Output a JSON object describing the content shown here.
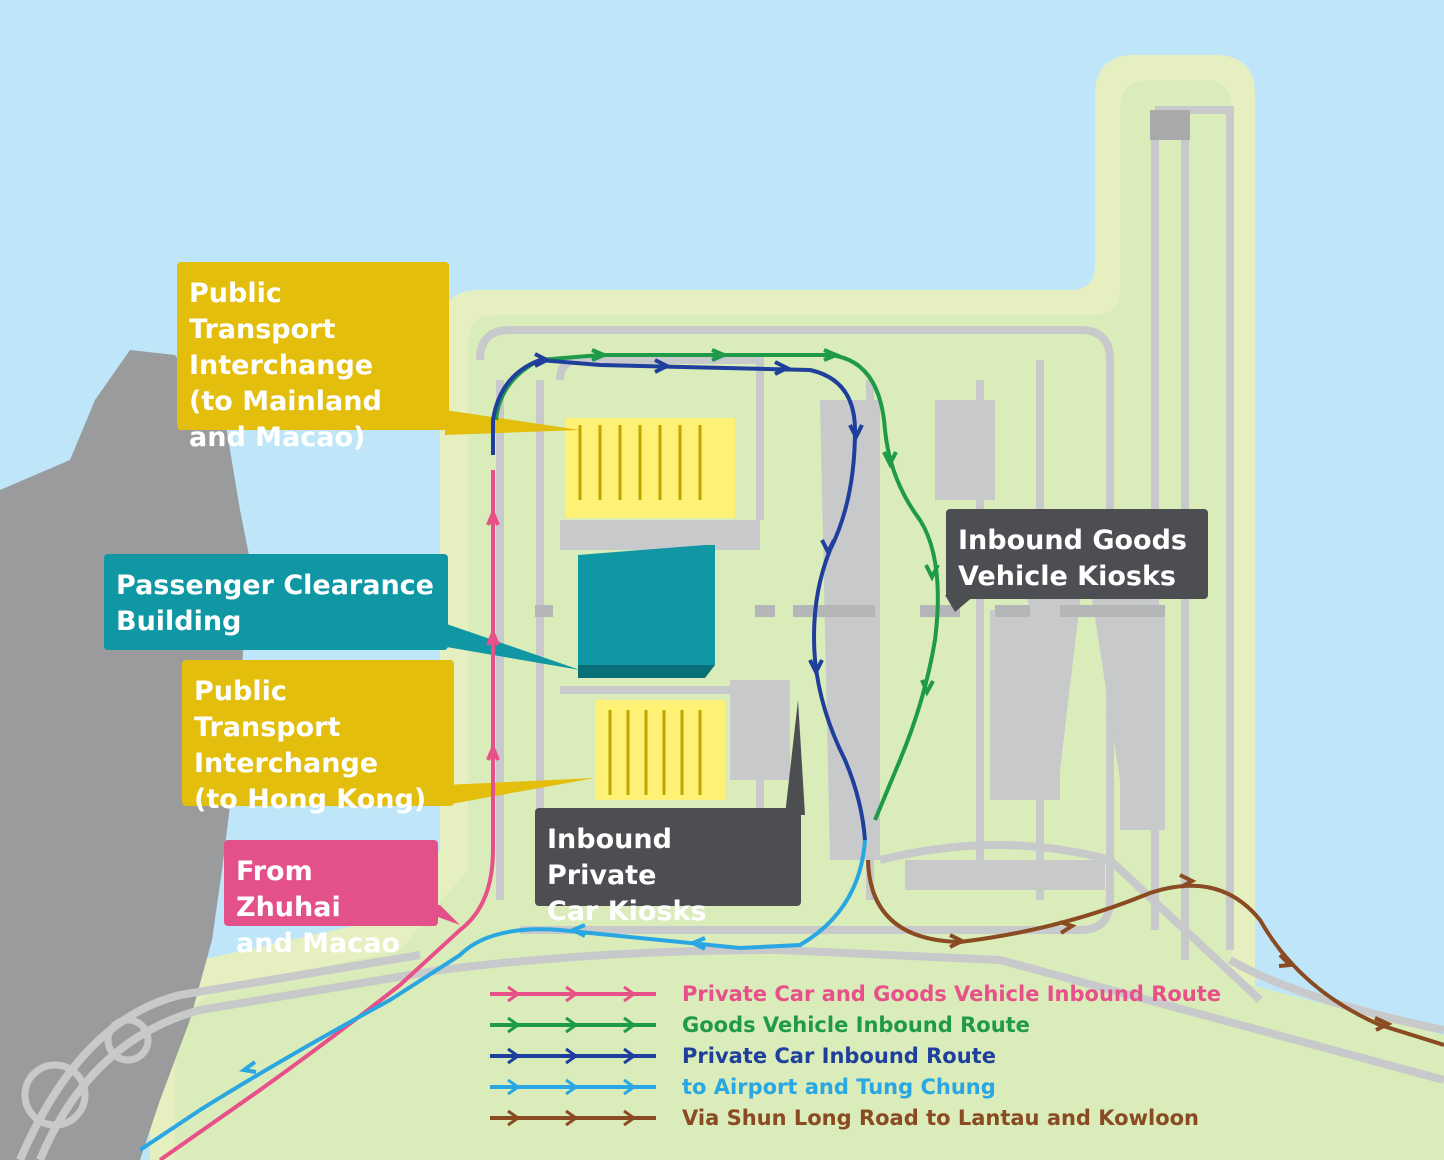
{
  "callouts": {
    "pti_mainland": "Public Transport\nInterchange\n(to Mainland\nand Macao)",
    "passenger_clearance": "Passenger Clearance\nBuilding",
    "pti_hong_kong": "Public Transport\nInterchange\n(to Hong Kong)",
    "inbound_goods": "Inbound Goods\nVehicle Kiosks",
    "inbound_private": "Inbound Private\nCar Kiosks",
    "from_zhuhai": "From Zhuhai\nand Macao"
  },
  "legend": [
    {
      "label": "Private Car and Goods Vehicle Inbound Route",
      "color": "#e8508a"
    },
    {
      "label": "Goods Vehicle Inbound Route",
      "color": "#1f9a48"
    },
    {
      "label": "Private Car Inbound Route",
      "color": "#1f3f9c"
    },
    {
      "label": "to Airport and Tung Chung",
      "color": "#2aa6e2"
    },
    {
      "label": "Via Shun Long Road to Lantau and Kowloon",
      "color": "#8a4a22"
    }
  ],
  "colors": {
    "sea": "#bfe6f8",
    "island_border": "#e6efbf",
    "island_land": "#d9ecb9",
    "mainland": "#9a9b9d",
    "road": "#c8c9cb",
    "pti_yellow": "#fff176",
    "building_teal": "#0f98a4"
  }
}
